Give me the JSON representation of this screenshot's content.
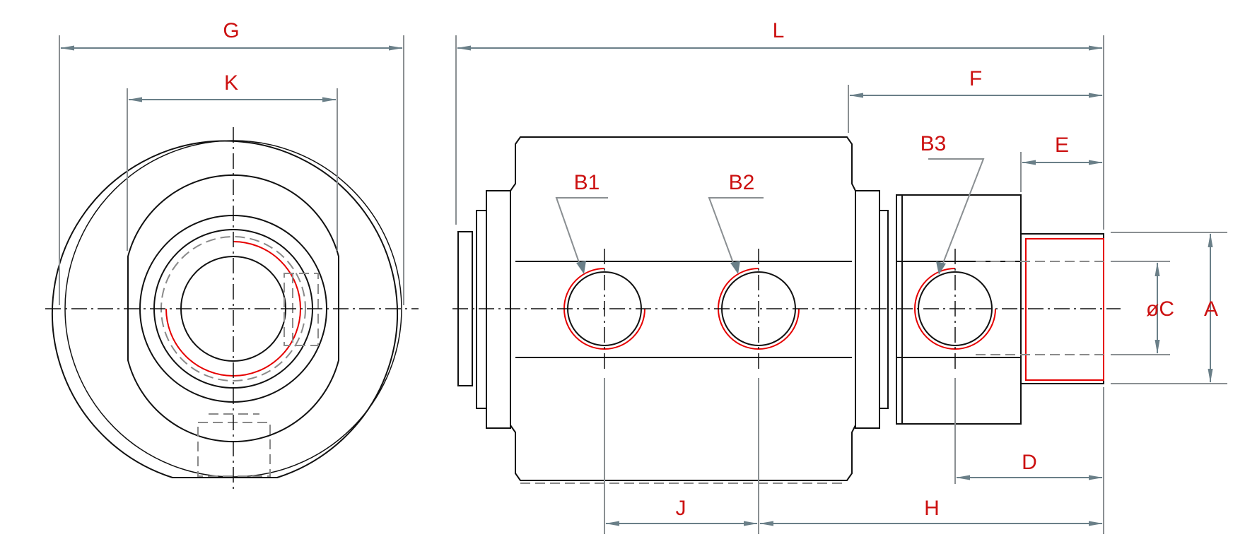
{
  "labels": {
    "G": "G",
    "K": "K",
    "L": "L",
    "F": "F",
    "E": "E",
    "B1": "B1",
    "B2": "B2",
    "B3": "B3",
    "C": "øC",
    "A": "A",
    "D": "D",
    "J": "J",
    "H": "H"
  },
  "colors": {
    "outline": "#111111",
    "dimension_line": "#6a7f88",
    "label": "#cc1111",
    "thread_highlight": "#e60000",
    "hidden_line": "#8a8a8a"
  }
}
